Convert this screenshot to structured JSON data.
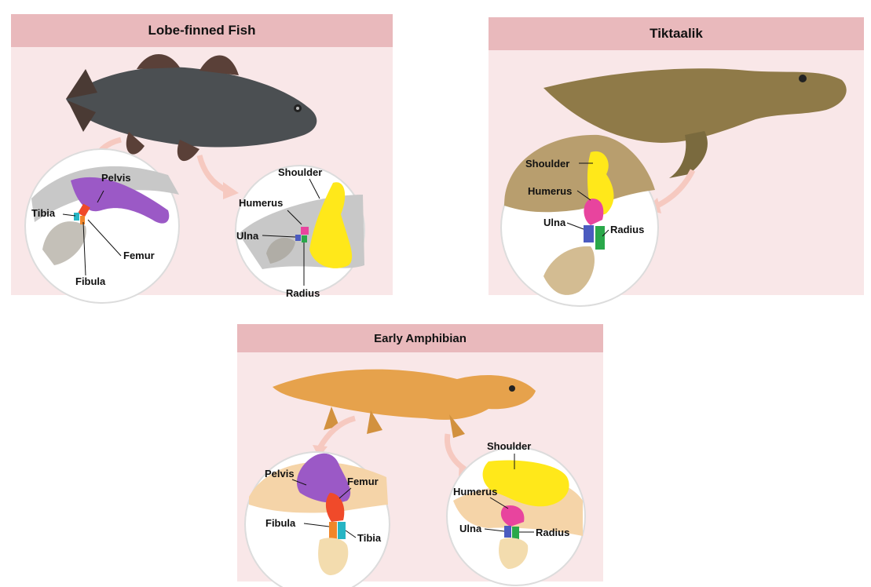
{
  "panels": {
    "fish": {
      "title": "Lobe-finned Fish",
      "hind": {
        "pelvis": "Pelvis",
        "tibia": "Tibia",
        "femur": "Femur",
        "fibula": "Fibula"
      },
      "fore": {
        "shoulder": "Shoulder",
        "humerus": "Humerus",
        "ulna": "Ulna",
        "radius": "Radius"
      }
    },
    "tiktaalik": {
      "title": "Tiktaalik",
      "fore": {
        "shoulder": "Shoulder",
        "humerus": "Humerus",
        "ulna": "Ulna",
        "radius": "Radius"
      }
    },
    "amphibian": {
      "title": "Early Amphibian",
      "hind": {
        "pelvis": "Pelvis",
        "femur": "Femur",
        "fibula": "Fibula",
        "tibia": "Tibia"
      },
      "fore": {
        "shoulder": "Shoulder",
        "humerus": "Humerus",
        "ulna": "Ulna",
        "radius": "Radius"
      }
    }
  },
  "colors": {
    "panel_bg": "#f9e7e8",
    "header_bg": "#e9b9bc",
    "pelvis": "#9b59c6",
    "shoulder": "#ffe81a",
    "humerus": "#e8449e",
    "femur": "#f04a2a",
    "tibia": "#27b5c4",
    "fibula": "#f0862a",
    "ulna": "#4b5bc0",
    "radius": "#2aa84a",
    "bone": "#f3dcae",
    "arrow": "#f6c9c0"
  }
}
